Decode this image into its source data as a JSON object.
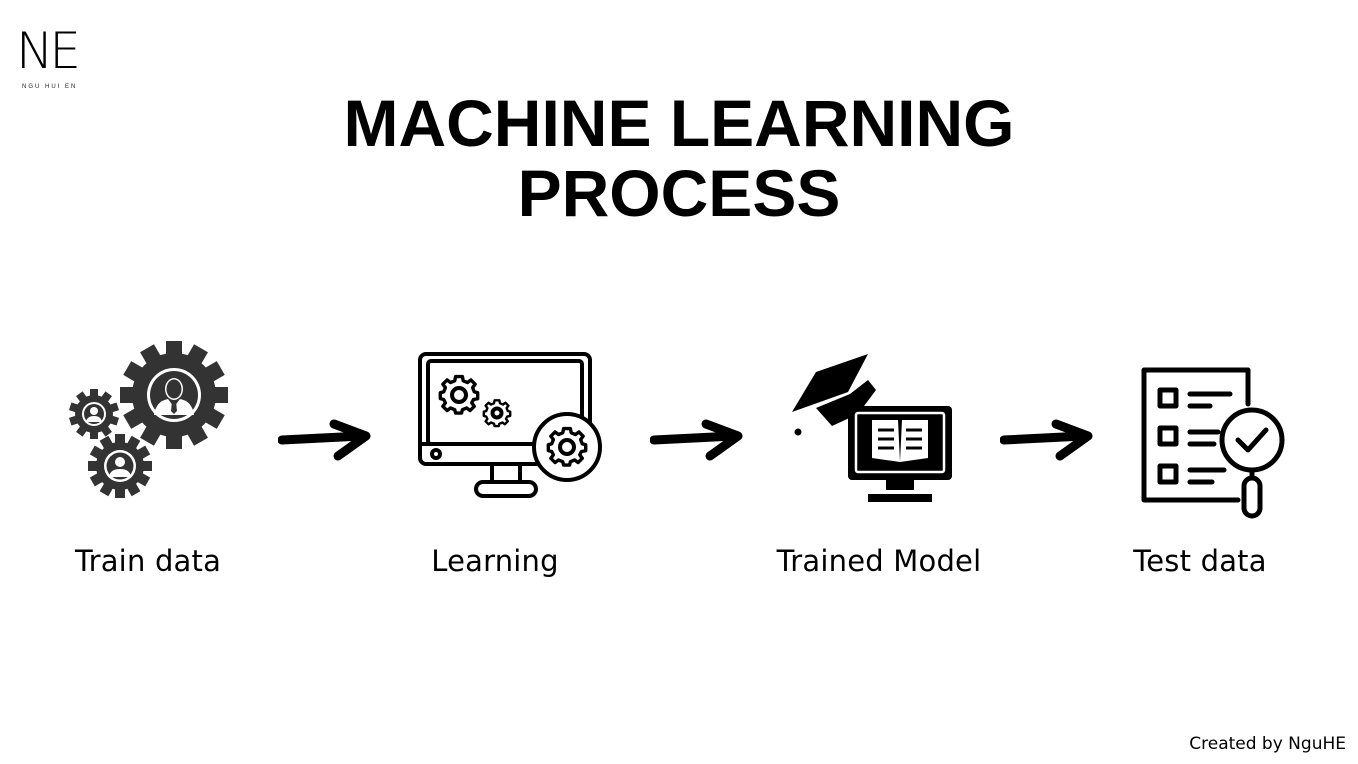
{
  "logo": {
    "mark": "NE",
    "subtitle": "NGU HUI EN"
  },
  "title": {
    "line1": "MACHINE LEARNING",
    "line2": "PROCESS"
  },
  "steps": [
    {
      "label": "Train data",
      "icon": "gears-people-icon"
    },
    {
      "label": "Learning",
      "icon": "monitor-gears-icon"
    },
    {
      "label": "Trained Model",
      "icon": "graduation-cap-monitor-book-icon"
    },
    {
      "label": "Test data",
      "icon": "checklist-magnifier-icon"
    }
  ],
  "connectors": [
    "arrow-right-icon",
    "arrow-right-icon",
    "arrow-right-icon"
  ],
  "credit": "Created by NguHE",
  "colors": {
    "background": "#ffffff",
    "ink": "#000000",
    "icon_gray": "#333333"
  }
}
